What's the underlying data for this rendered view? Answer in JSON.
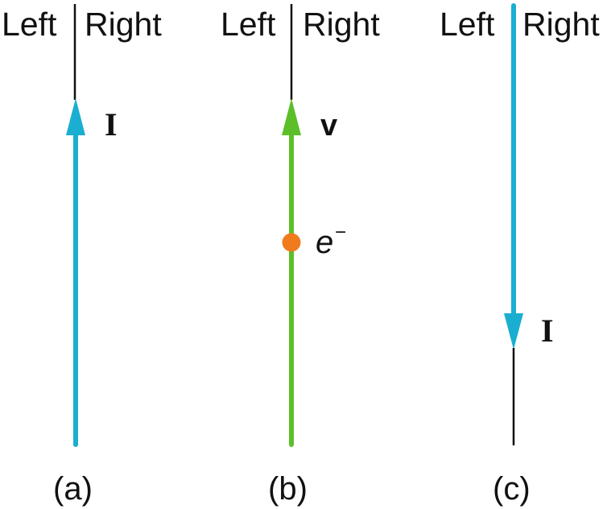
{
  "colors": {
    "current": "#1aaed1",
    "velocity": "#5cbf2a",
    "electron": "#f07a1e",
    "wire": "#111111",
    "background": "#ffffff"
  },
  "panels": [
    {
      "id": "a",
      "caption": "(a)",
      "left_label": "Left",
      "right_label": "Right",
      "quantity_label": "I",
      "arrow_direction": "up",
      "arrow_color_key": "current",
      "description": "Current I pointing up"
    },
    {
      "id": "b",
      "caption": "(b)",
      "left_label": "Left",
      "right_label": "Right",
      "quantity_label": "v",
      "arrow_direction": "up",
      "arrow_color_key": "velocity",
      "particle_label": "e",
      "particle_superscript": "−",
      "description": "Electron e− moving with velocity v upward"
    },
    {
      "id": "c",
      "caption": "(c)",
      "left_label": "Left",
      "right_label": "Right",
      "quantity_label": "I",
      "arrow_direction": "down",
      "arrow_color_key": "current",
      "description": "Current I pointing down"
    }
  ]
}
